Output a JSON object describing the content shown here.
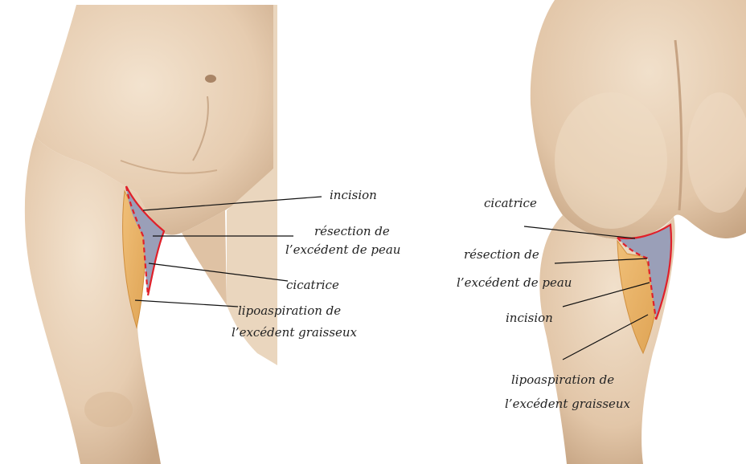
{
  "front_view": {
    "labels": {
      "incision": "incision",
      "resection_line1": "résection de",
      "resection_line2": "l’excédent de peau",
      "cicatrice": "cicatrice",
      "lipo_line1": "lipoaspiration de",
      "lipo_line2": "l’excédent graisseux"
    }
  },
  "back_view": {
    "labels": {
      "cicatrice": "cicatrice",
      "resection_line1": "résection de",
      "resection_line2": "l’excédent de peau",
      "incision": "incision",
      "lipo_line1": "lipoaspiration de",
      "lipo_line2": "l’excédent graisseux"
    }
  },
  "colors": {
    "skin": "#e9d3ba",
    "skin_shadow": "#c9a98a",
    "incision_line": "#e0202a",
    "resection_area": "#9a9fb8",
    "lipo_area": "#e8b066",
    "leader_line": "#111111"
  }
}
